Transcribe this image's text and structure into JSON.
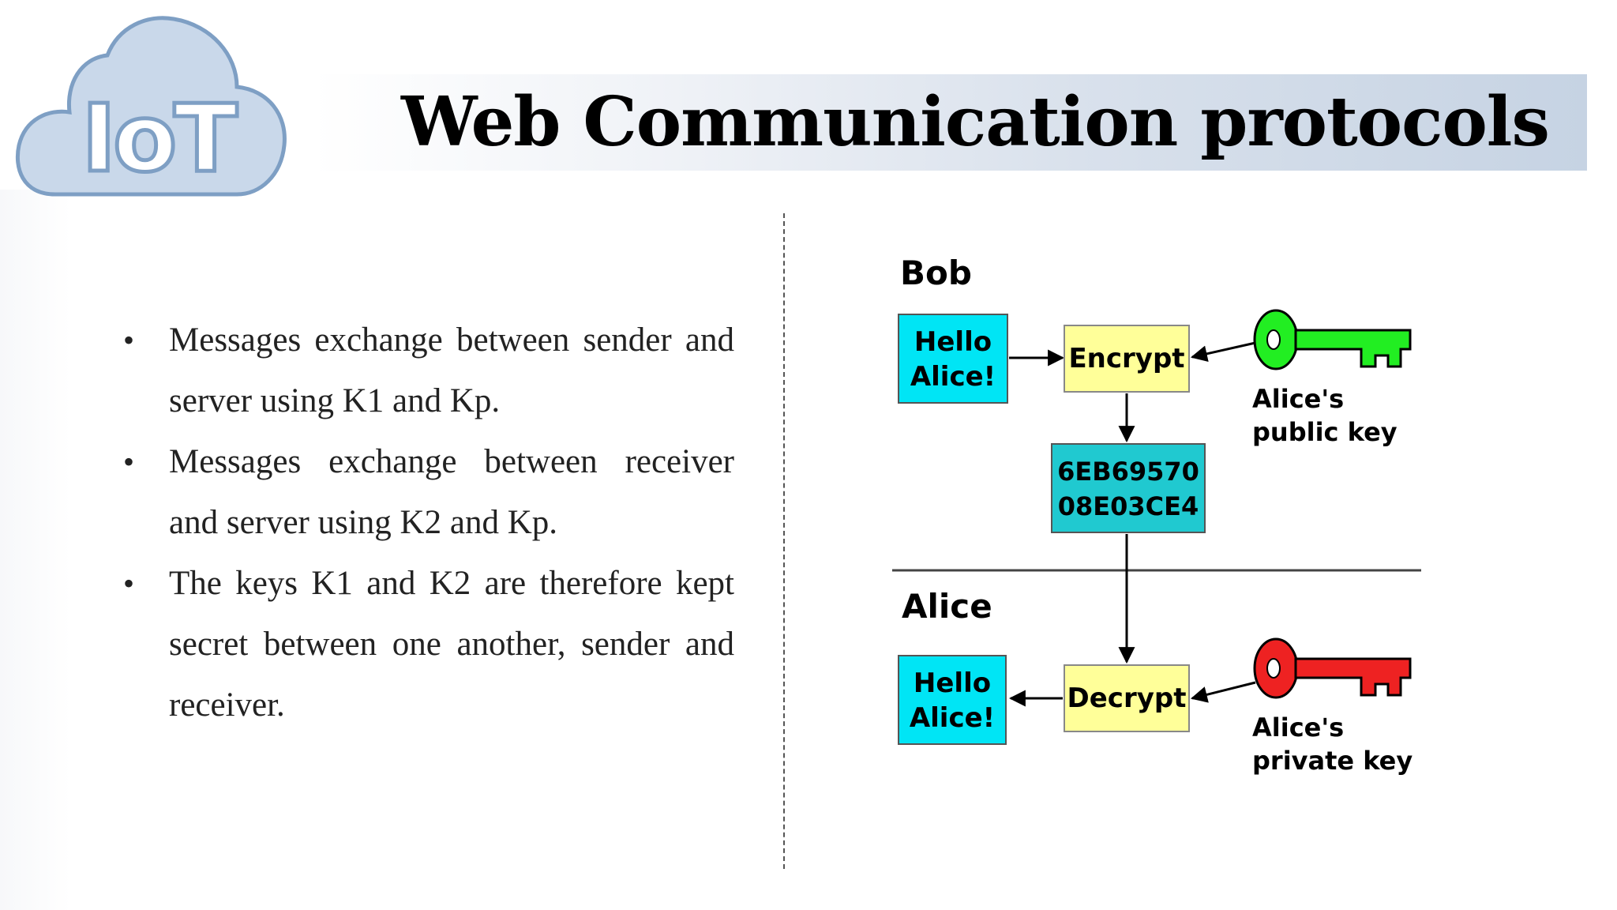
{
  "title": "Web Communication protocols",
  "logo": {
    "text": "IoT",
    "icon": "cloud-icon"
  },
  "bullets": [
    "Messages exchange between sender and server using K1 and Kp.",
    "Messages exchange between receiver and server using K2 and Kp.",
    "The keys K1 and K2 are therefore kept secret between one another, sender and receiver."
  ],
  "bullet_symbol": "•",
  "diagram": {
    "bob_label": "Bob",
    "alice_label": "Alice",
    "bob_message": [
      "Hello",
      "Alice!"
    ],
    "alice_message": [
      "Hello",
      "Alice!"
    ],
    "encrypt_label": "Encrypt",
    "decrypt_label": "Decrypt",
    "ciphertext": [
      "6EB69570",
      "08E03CE4"
    ],
    "public_key_label": [
      "Alice's",
      "public key"
    ],
    "private_key_label": [
      "Alice's",
      "private key"
    ]
  },
  "colors": {
    "message_box": "#00e5f5",
    "cipher_box": "#20c9d0",
    "process_box": "#ffff99",
    "public_key": "#22ee22",
    "private_key": "#ee2222",
    "logo_cloud": "#c9d8ea",
    "logo_outline": "#7e9fc4"
  }
}
